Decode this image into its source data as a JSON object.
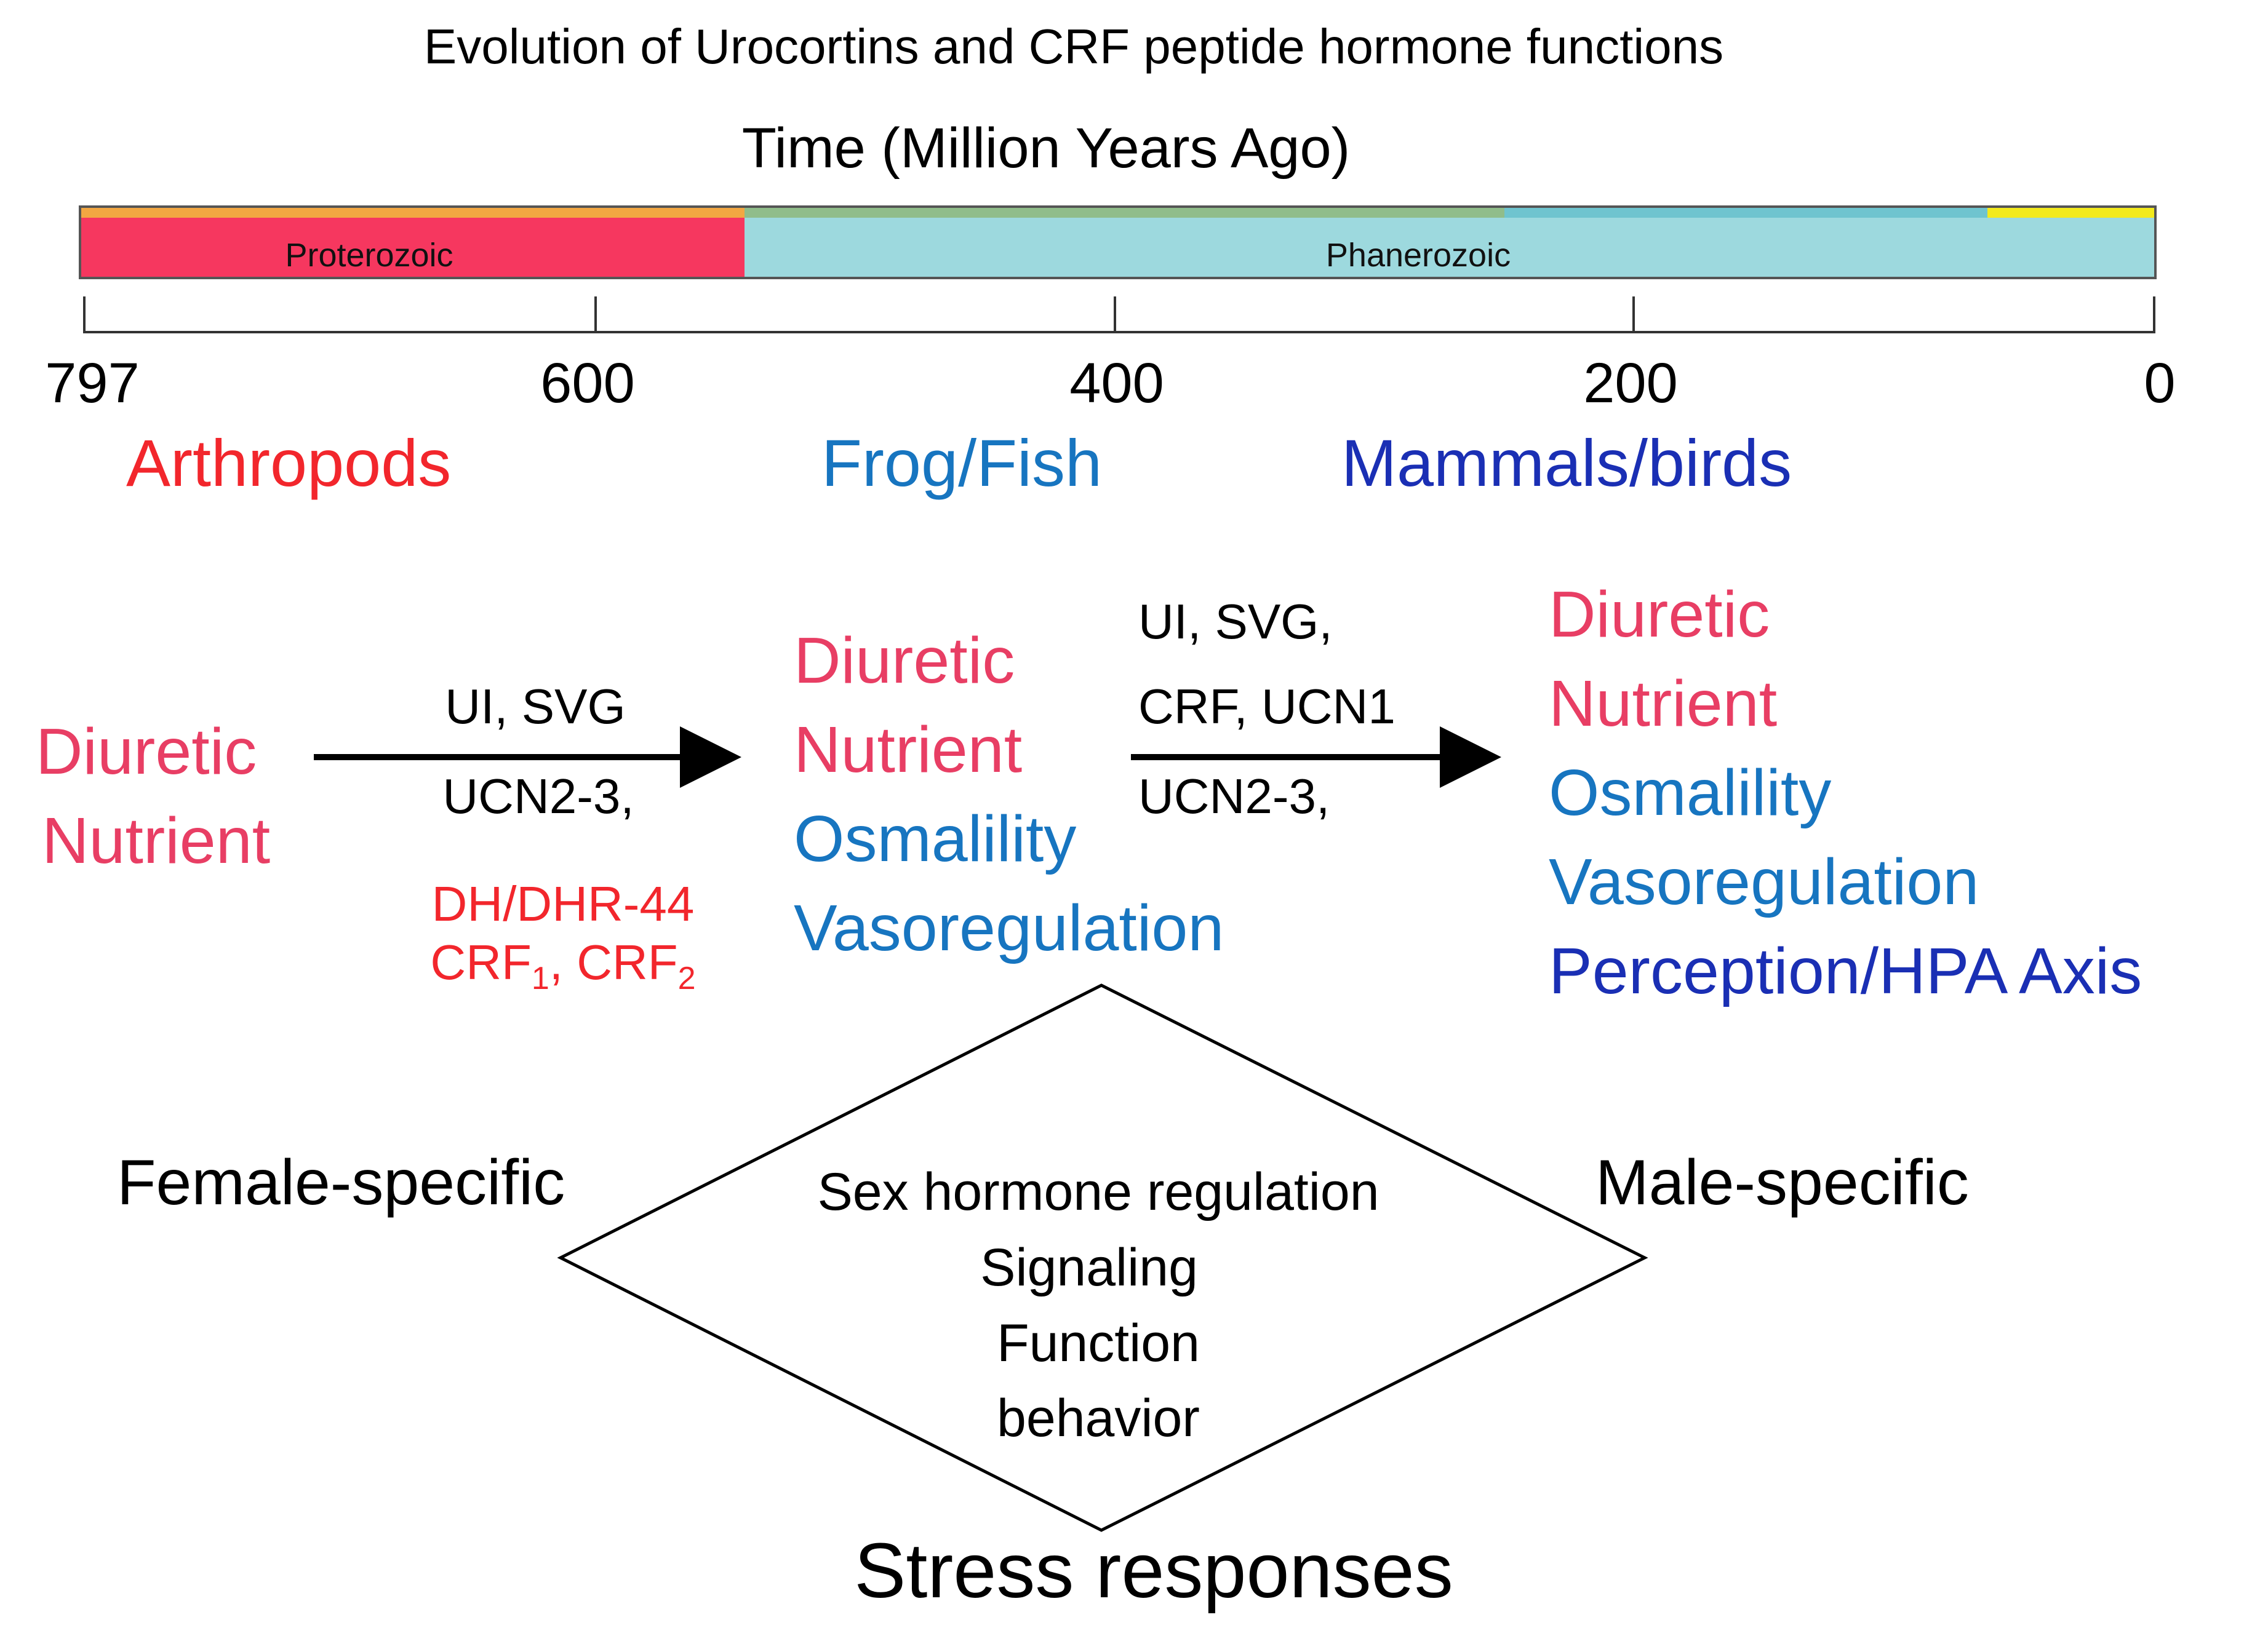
{
  "title": "Evolution of Urocortins and CRF peptide hormone functions",
  "time_axis": {
    "label": "Time (Million Years Ago)",
    "ticks": [
      "797",
      "600",
      "400",
      "200",
      "0"
    ],
    "eons": [
      {
        "name": "Proterozoic",
        "color": "#f6375f",
        "top_color": "#f2a742"
      },
      {
        "name": "Phanerozoic",
        "color": "#9dd9de",
        "top_colors": [
          "#90bd8a",
          "#6fc4cf",
          "#f3ea1c"
        ]
      }
    ]
  },
  "groups": {
    "arthropods": {
      "label": "Arthropods",
      "color": "#f2262c"
    },
    "frog_fish": {
      "label": "Frog/Fish",
      "color": "#1775c0"
    },
    "mammals_birds": {
      "label": "Mammals/birds",
      "color": "#1a2fb4"
    }
  },
  "stage1": {
    "functions": [
      "Diuretic",
      "Nutrient"
    ]
  },
  "arrow1": {
    "above": "UI, SVG",
    "below": "UCN2-3,",
    "receptors_line1": "DH/DHR-44",
    "receptors_crf": "CRF",
    "receptors_sub1": "1",
    "receptors_sep": ", ",
    "receptors_sub2": "2"
  },
  "stage2": {
    "functions": [
      "Diuretic",
      "Nutrient",
      "Osmalility",
      "Vasoregulation"
    ]
  },
  "arrow2": {
    "above_line1": "UI, SVG,",
    "above_line2": "CRF, UCN1",
    "below": "UCN2-3,"
  },
  "stage3": {
    "functions": [
      "Diuretic",
      "Nutrient",
      "Osmalility",
      "Vasoregulation",
      "Perception/HPA Axis"
    ]
  },
  "colors": {
    "pink": "#e83e64",
    "blue": "#1775c0",
    "dark_blue": "#1a2fb4",
    "red": "#f2262c"
  },
  "diamond": {
    "lines": [
      "Sex hormone regulation",
      "Signaling",
      "Function",
      "behavior"
    ],
    "left": "Female-specific",
    "right": "Male-specific",
    "bottom": "Stress responses"
  }
}
